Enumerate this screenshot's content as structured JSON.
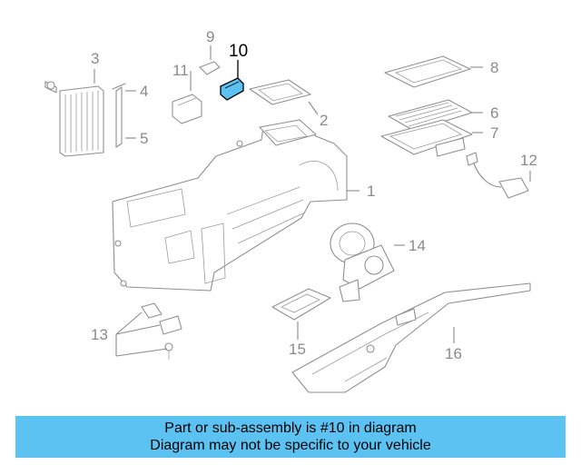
{
  "diagram": {
    "callouts": {
      "c1": "1",
      "c2": "2",
      "c3": "3",
      "c4": "4",
      "c5": "5",
      "c6": "6",
      "c7": "7",
      "c8": "8",
      "c9": "9",
      "c10": "10",
      "c11": "11",
      "c12": "12",
      "c13": "13",
      "c14": "14",
      "c15": "15",
      "c16": "16"
    },
    "highlight_part": "10",
    "highlight_color": "#5bc2f2"
  },
  "banner": {
    "line1": "Part or sub-assembly is #10 in diagram",
    "line2": "Diagram may not be specific to your vehicle",
    "background": "#5bc2f2"
  }
}
